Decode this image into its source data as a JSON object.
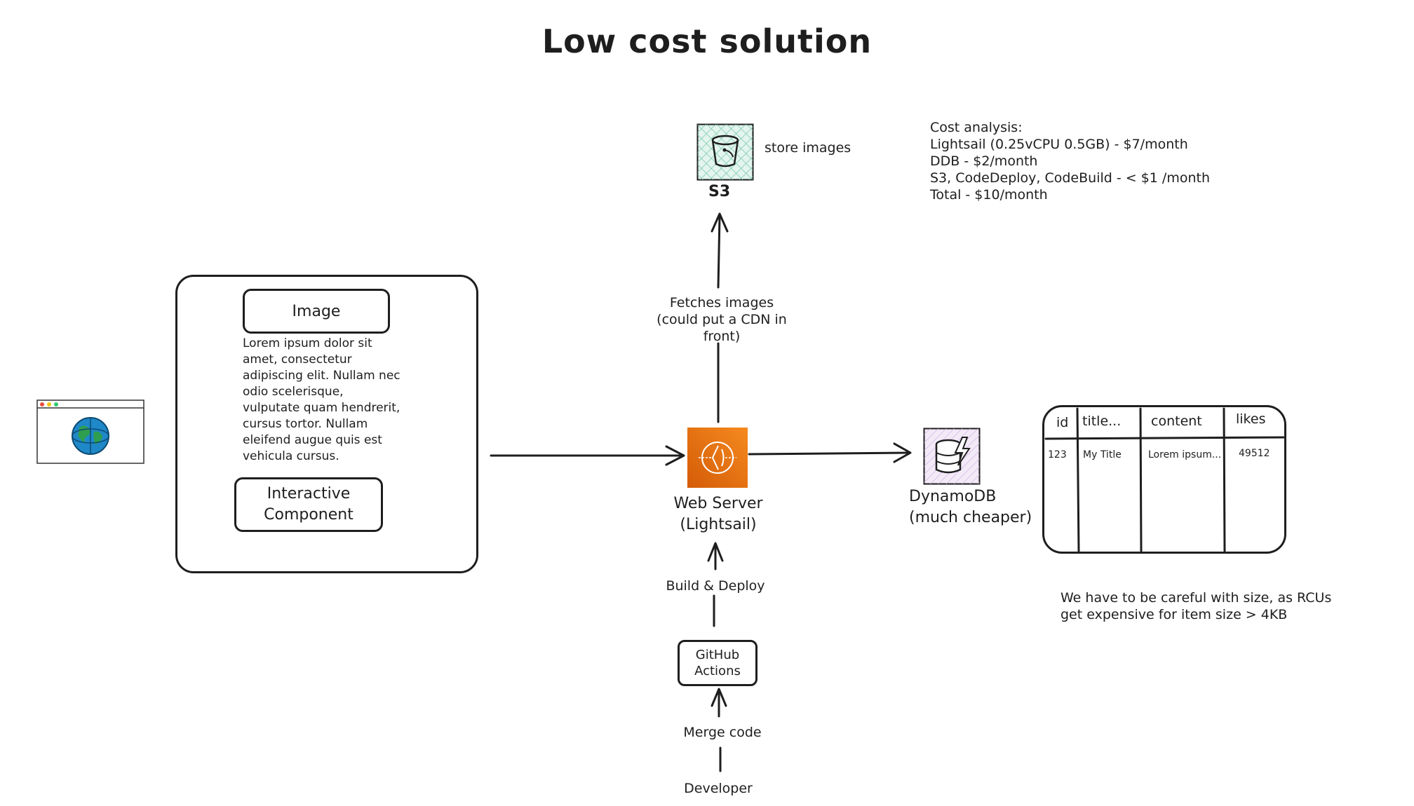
{
  "title": "Low cost solution",
  "browser": {
    "icon": "browser-window-globe-icon"
  },
  "client_app": {
    "image_label": "Image",
    "lorem": "Lorem ipsum dolor sit\namet, consectetur\nadipiscing elit. Nullam nec\nodio scelerisque,\nvulputate quam hendrerit,\ncursus tortor. Nullam\neleifend augue quis est\nvehicula cursus.",
    "interactive_label": "Interactive\nComponent"
  },
  "s3": {
    "label": "S3",
    "note": "store images",
    "icon": "s3-bucket-icon"
  },
  "fetch_label": "Fetches images\n(could put a CDN in\nfront)",
  "web_server": {
    "label": "Web Server\n(Lightsail)",
    "icon": "lightsail-icon"
  },
  "build_label": "Build & Deploy",
  "github": {
    "label": "GitHub\nActions"
  },
  "merge_label": "Merge code",
  "developer_label": "Developer",
  "dynamodb": {
    "label": "DynamoDB\n(much cheaper)",
    "icon": "dynamodb-icon"
  },
  "cost": {
    "text": "Cost analysis:\nLightsail (0.25vCPU 0.5GB)  - $7/month\nDDB - $2/month\nS3, CodeDeploy, CodeBuild - < $1 /month\nTotal - $10/month"
  },
  "table": {
    "headers": [
      "id",
      "title...",
      "content",
      "likes"
    ],
    "row": [
      "123",
      "My Title",
      "Lorem ipsum...",
      "49512"
    ]
  },
  "size_note": "We have to be careful with size, as RCUs\nget expensive for item size > 4KB",
  "colors": {
    "lightsail": "#ED7100",
    "s3_fill": "#B8E6D4",
    "ddb_fill": "#E8D8F2",
    "globe": "#1E88C8"
  }
}
